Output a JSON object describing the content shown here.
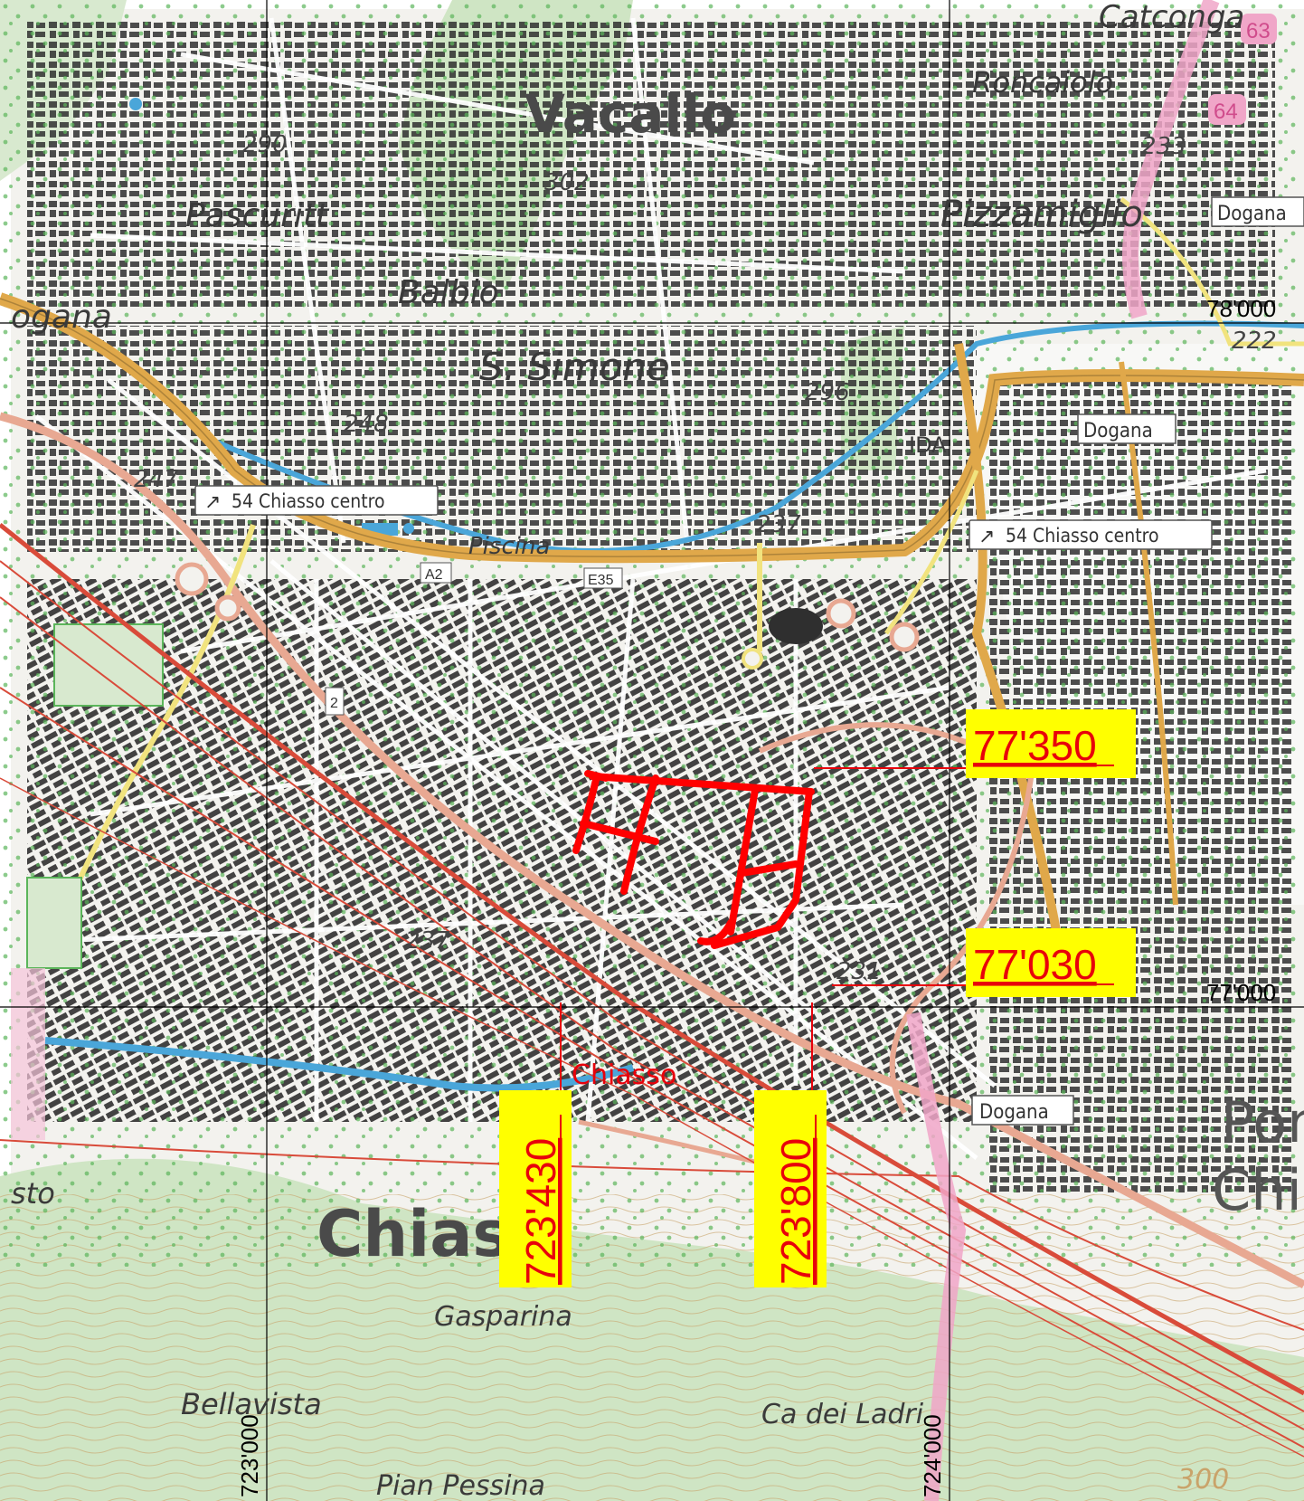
{
  "map": {
    "place_labels": {
      "vacallo": "Vacallo",
      "catconga": "Catconga",
      "roncaiolo": "Roncaiolo",
      "pascuritt": "Pascuritt",
      "balbio": "Balbio",
      "pizzamiglio": "Pizzamiglio",
      "s_simone": "S. Simone",
      "piscina": "Piscina",
      "chiasso_station": "Chiasso",
      "chiasso_big": "Chiass",
      "gasparina": "Gasparina",
      "bellavista": "Bellavista",
      "ca_dei_ladri": "Ca dei Ladri",
      "pian_pessina": "Pian Pessina",
      "ponte_chiasso_1": "Pon",
      "ponte_chiasso_2": "Chi",
      "dogana_left": "ogana",
      "sto": "sto"
    },
    "spot_heights": [
      "290",
      "302",
      "248",
      "247",
      "296",
      "237",
      "237",
      "231",
      "233",
      "222",
      "300"
    ],
    "road_signs": {
      "exit_left": "54 Chiasso centro",
      "exit_right": "54 Chiasso centro",
      "dogana_1": "Dogana",
      "dogana_2": "Dogana",
      "dogana_3": "Dogana"
    },
    "road_numbers": {
      "a2": "A2",
      "e35": "E35",
      "route_2": "2",
      "route_63": "63",
      "route_64": "64"
    },
    "ida_label": "IDA",
    "grid_labels": {
      "n_78000": "78'000",
      "n_77000": "77'000",
      "e_723000": "723'000",
      "e_724000": "724'000"
    },
    "coordinate_callouts": {
      "n_77350": "77'350",
      "n_77030": "77'030",
      "e_723430": "723'430",
      "e_723800": "723'800"
    },
    "colors": {
      "background": "#f6f5f1",
      "forest": "#cfe5c4",
      "building": "#2f2f2f",
      "road": "#ffffff",
      "motorway": "#e0a84a",
      "railway": "#d94b3a",
      "river": "#4aa6d9",
      "border": "#f0a6c8",
      "highlight_red": "#ff0000",
      "callout_yellow": "#ffff00",
      "grid": "#000000"
    }
  }
}
